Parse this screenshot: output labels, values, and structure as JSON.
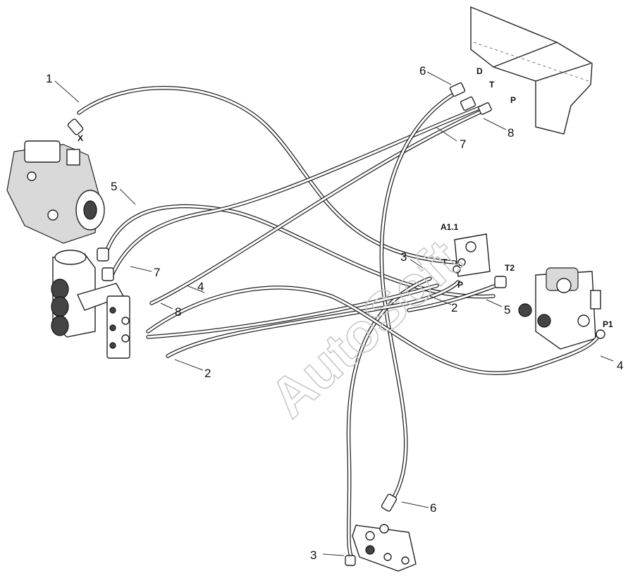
{
  "watermark": "AutoSoft",
  "callouts": {
    "c1": "1",
    "c2a": "2",
    "c2b": "2",
    "c3a": "3",
    "c3b": "3",
    "c4a": "4",
    "c4b": "4",
    "c5a": "5",
    "c5b": "5",
    "c6a": "6",
    "c6b": "6",
    "c7a": "7",
    "c7b": "7",
    "c8a": "8",
    "c8b": "8"
  },
  "ports": {
    "x": "X",
    "d": "D",
    "t_top": "T",
    "p_top": "P",
    "a11": "A1.1",
    "t_mid": "T",
    "p_mid": "P",
    "t2": "T2",
    "p1": "P1"
  }
}
